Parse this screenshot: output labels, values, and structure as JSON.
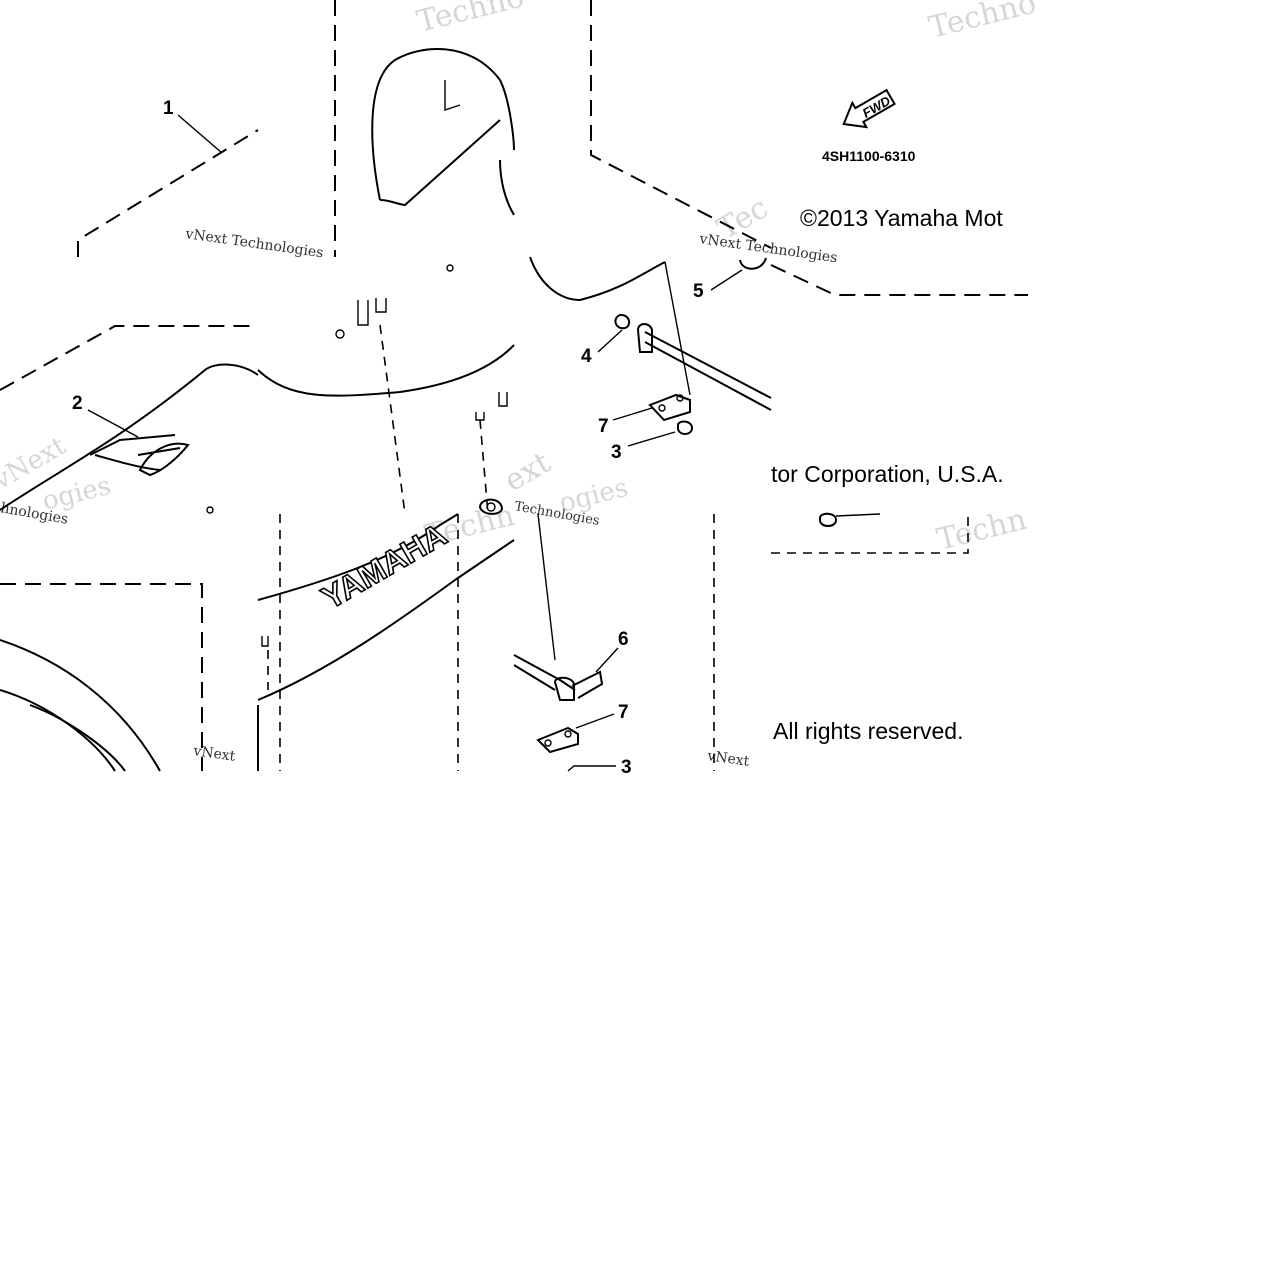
{
  "diagram": {
    "callouts": [
      "1",
      "2",
      "3",
      "4",
      "5",
      "6",
      "7",
      "7",
      "3"
    ],
    "part_number": "4SH1100-6310",
    "fwd_label": "FWD",
    "brand_mark": "YAMAHA",
    "copyright_lines": [
      "©2013 Yamaha Mot",
      "tor Corporation, U.S.A.",
      "All rights reserved."
    ],
    "watermark": {
      "brand": "vNext Technologies",
      "short": "vNext",
      "fragments": [
        "Techno",
        "Techno",
        "Techn",
        "Techn",
        "Tec",
        "ext",
        "ogies",
        "hnologies",
        "ogies",
        "Technologies"
      ]
    }
  }
}
